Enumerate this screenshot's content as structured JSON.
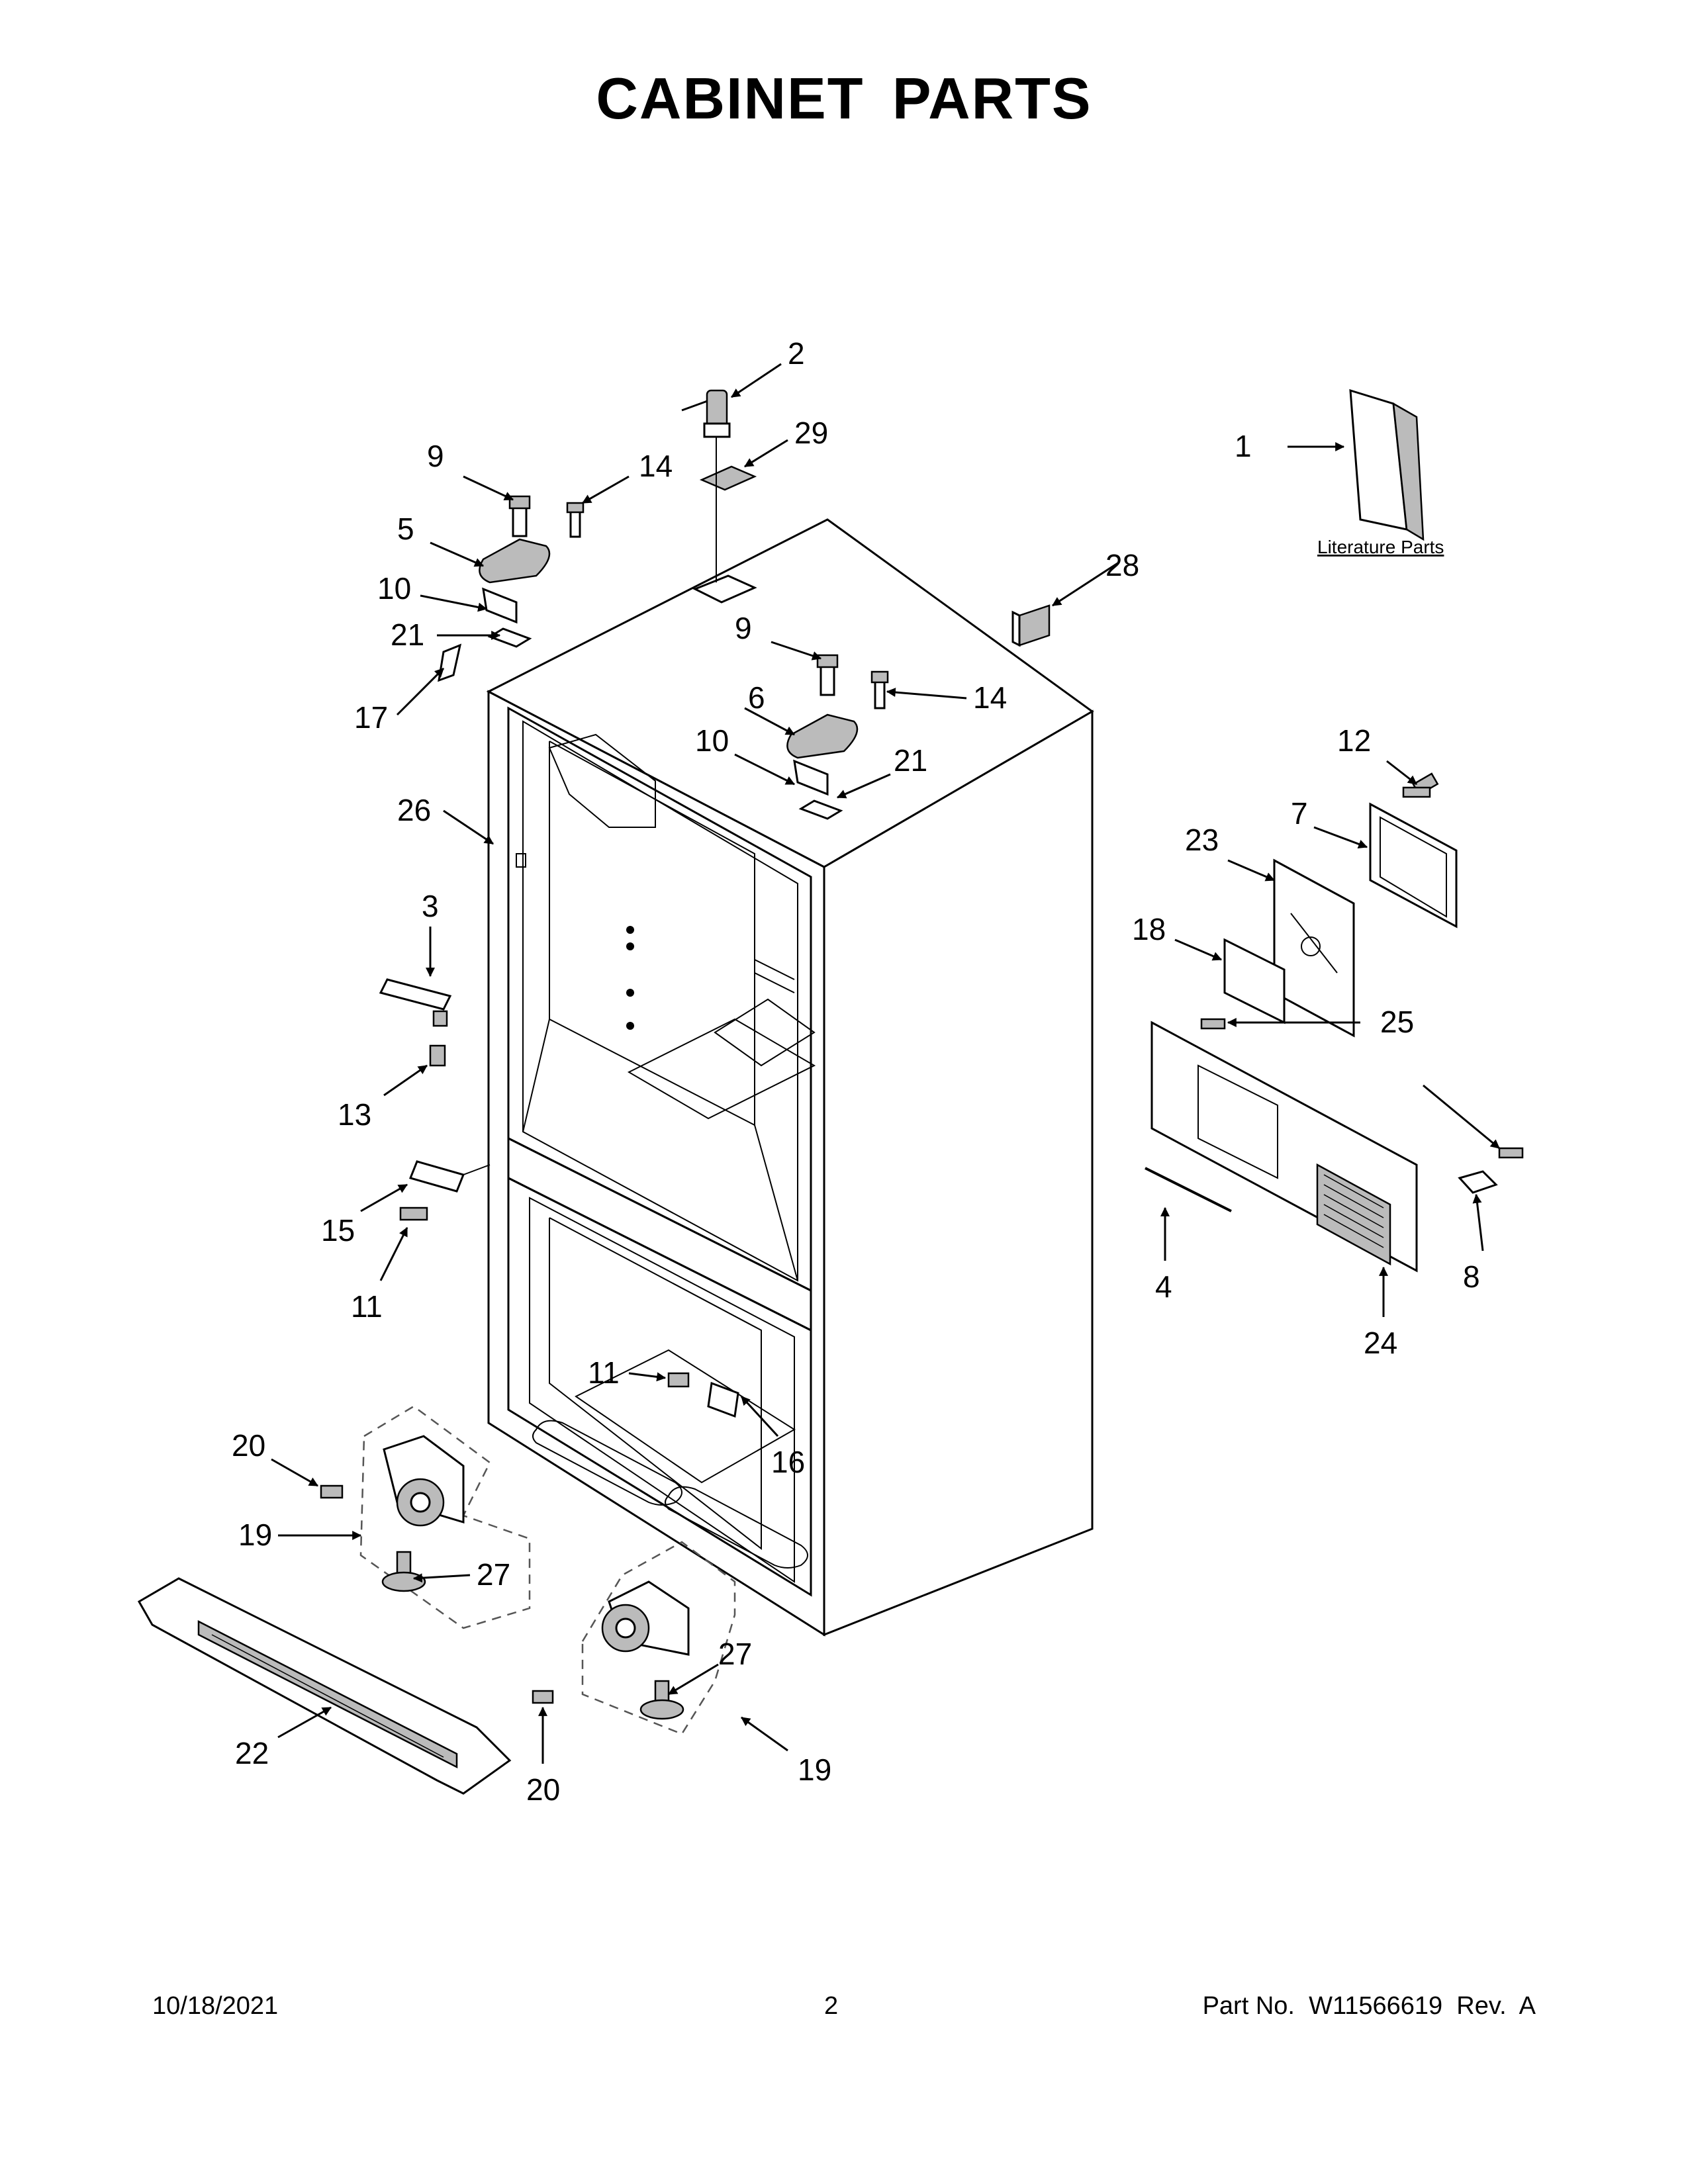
{
  "title": "CABINET PARTS",
  "literature_caption": "Literature Parts",
  "footer": {
    "date": "10/18/2021",
    "page": "2",
    "part": "Part No.  W11566619  Rev.  A"
  },
  "callouts": [
    "1",
    "2",
    "3",
    "4",
    "5",
    "6",
    "7",
    "8",
    "9",
    "10",
    "11",
    "12",
    "13",
    "14",
    "15",
    "16",
    "17",
    "18",
    "19",
    "20",
    "21",
    "22",
    "23",
    "24",
    "25",
    "26",
    "27",
    "28",
    "29"
  ]
}
